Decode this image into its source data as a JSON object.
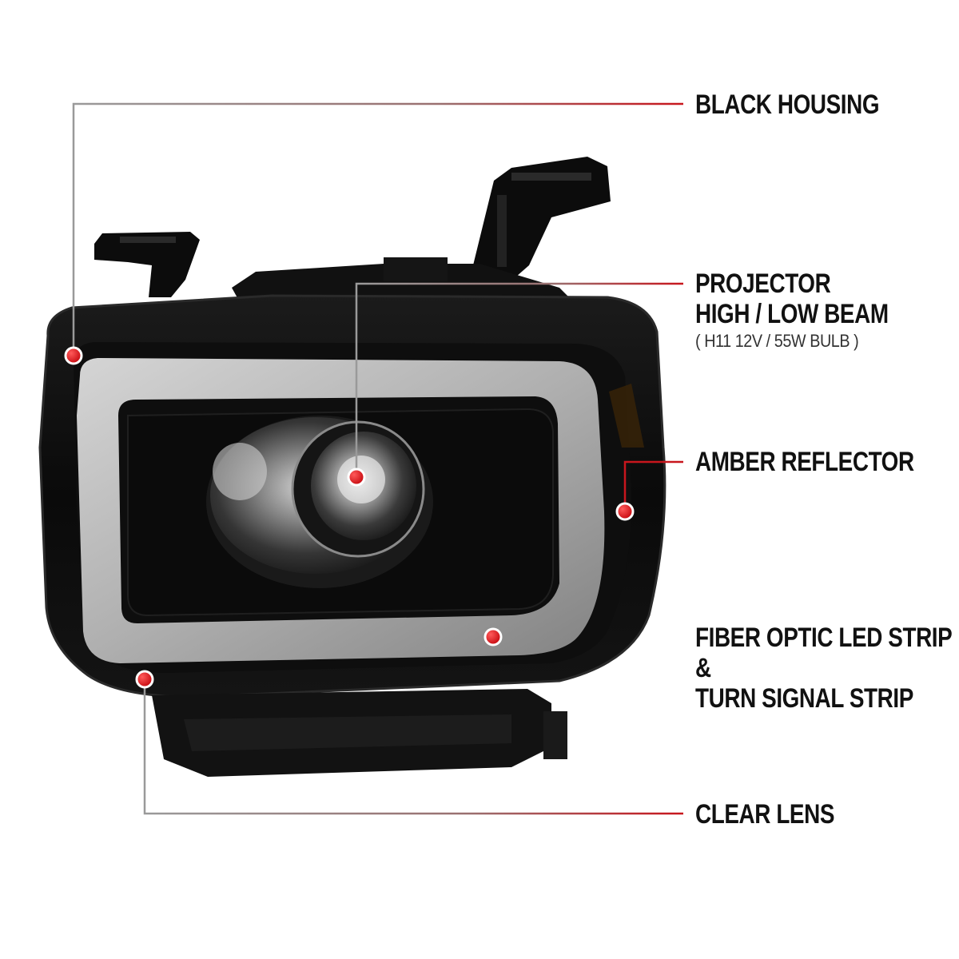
{
  "callouts": {
    "black_housing": {
      "line1": "BLACK HOUSING"
    },
    "projector": {
      "line1": "PROJECTOR",
      "line2": "HIGH / LOW BEAM",
      "sub": "( H11  12V / 55W  BULB )"
    },
    "amber_reflector": {
      "line1": "AMBER REFLECTOR"
    },
    "fiber_optic": {
      "line1": "FIBER OPTIC LED STRIP",
      "line2": "&",
      "line3": "TURN SIGNAL STRIP"
    },
    "clear_lens": {
      "line1": "CLEAR LENS"
    }
  },
  "colors": {
    "marker_red": "#d7141b",
    "leader_gray": "#8a8a8a",
    "leader_red": "#c8161d",
    "housing_black": "#101010",
    "led_strip": "#c9c9c9"
  }
}
